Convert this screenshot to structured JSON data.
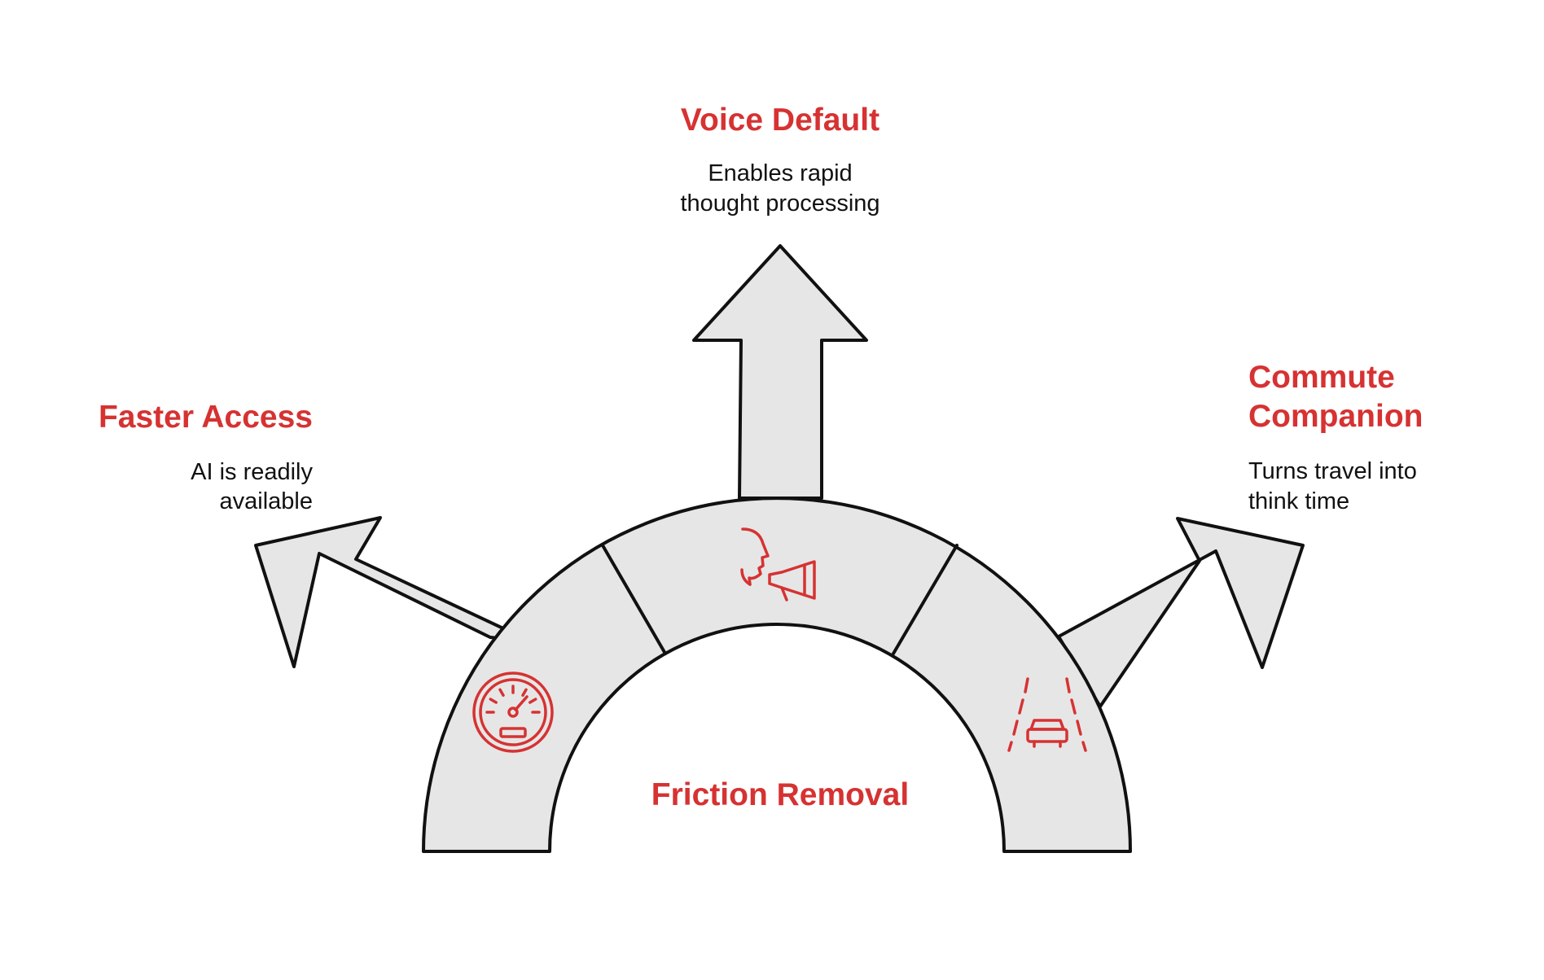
{
  "accent_color": "#d63232",
  "shape_fill": "#e6e6e6",
  "center": {
    "title": "Friction Removal"
  },
  "branches": [
    {
      "id": "faster-access",
      "icon": "speedometer-icon",
      "title": [
        "Faster Access"
      ],
      "description": [
        "AI is readily",
        "available"
      ]
    },
    {
      "id": "voice-default",
      "icon": "speaking-head-megaphone-icon",
      "title": [
        "Voice Default"
      ],
      "description": [
        "Enables rapid",
        "thought processing"
      ]
    },
    {
      "id": "commute-companion",
      "icon": "car-on-road-icon",
      "title": [
        "Commute",
        "Companion"
      ],
      "description": [
        "Turns travel into",
        "think time"
      ]
    }
  ]
}
